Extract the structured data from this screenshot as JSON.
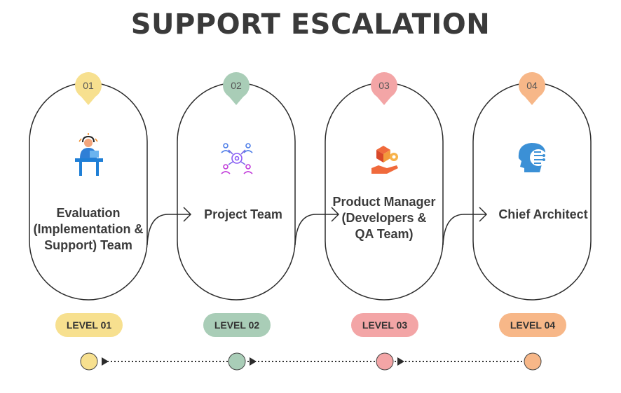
{
  "title": "SUPPORT ESCALATION",
  "colors": {
    "yellow": "#f7e08f",
    "green": "#a9cdb7",
    "pink": "#f3a5a6",
    "orange": "#f7b788"
  },
  "stages": [
    {
      "number": "01",
      "label": "Evaluation (Implementation & Support) Team",
      "level": "LEVEL 01",
      "icon": "support-agent-icon"
    },
    {
      "number": "02",
      "label": "Project Team",
      "level": "LEVEL 02",
      "icon": "team-network-icon"
    },
    {
      "number": "03",
      "label": "Product Manager (Developers & QA Team)",
      "level": "LEVEL 03",
      "icon": "product-hand-gear-icon"
    },
    {
      "number": "04",
      "label": "Chief Architect",
      "level": "LEVEL 04",
      "icon": "ai-head-icon"
    }
  ]
}
